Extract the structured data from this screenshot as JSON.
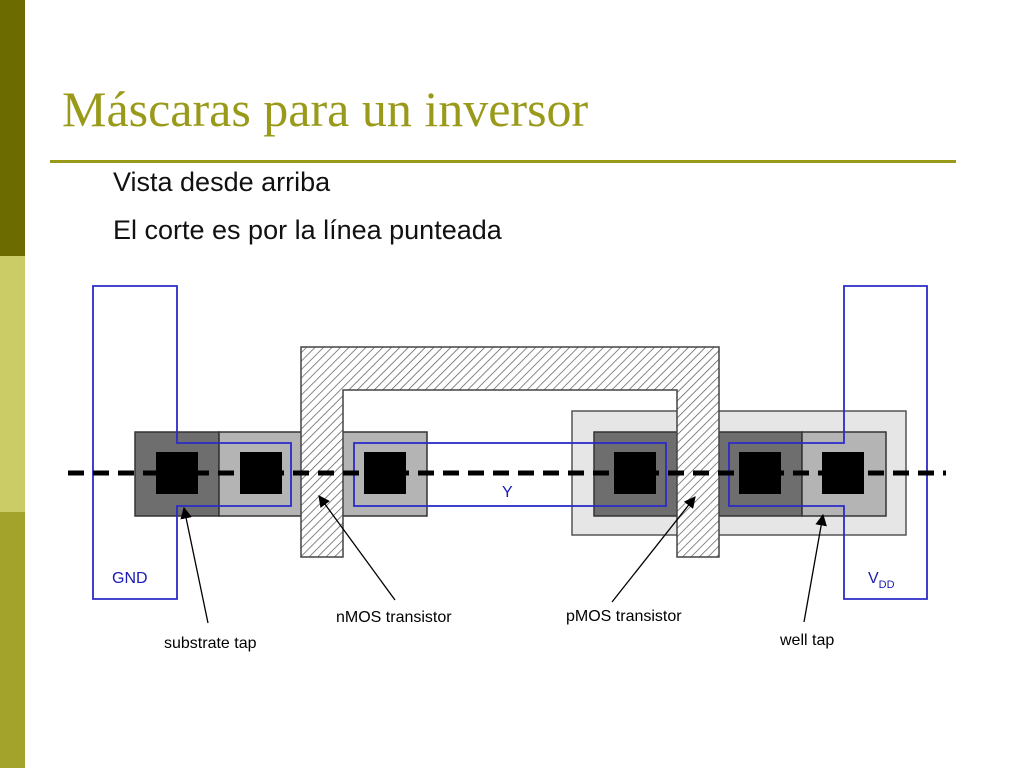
{
  "colors": {
    "bar_dark": "#6b6b00",
    "bar_light": "#cccc66",
    "bar_mid": "#a3a32b",
    "title": "#9a9a1a",
    "metal": "#2b2bc8",
    "label_blue": "#1a1ab4",
    "contact": "#000000",
    "n_diffusion": "#6e6e6e",
    "p_diffusion": "#b4b4b4",
    "nwell": "#e6e6e6"
  },
  "slide": {
    "title": "Máscaras para un inversor",
    "bullets": [
      "Vista desde arriba",
      "El corte es por la línea punteada"
    ]
  },
  "diagram": {
    "labels": {
      "gnd": "GND",
      "vdd_main": "V",
      "vdd_sub": "DD",
      "y": "Y",
      "substrate_tap": "substrate tap",
      "nmos": "nMOS transistor",
      "pmos": "pMOS transistor",
      "well_tap": "well tap"
    },
    "icons": [
      "contact-square",
      "hatched-polysilicon",
      "arrow-pointer",
      "dashed-cut-line"
    ]
  }
}
